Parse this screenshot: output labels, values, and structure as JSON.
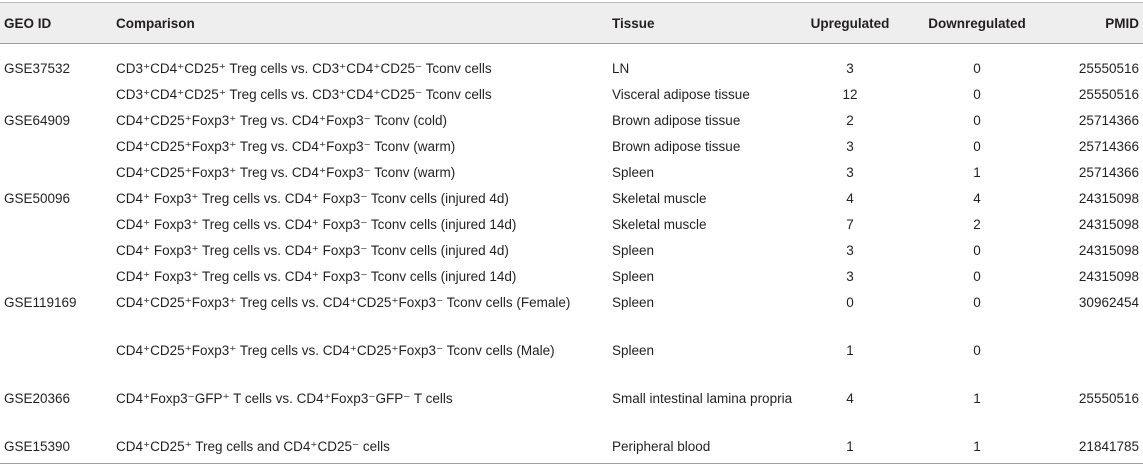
{
  "table": {
    "headers": {
      "geo_id": "GEO ID",
      "comparison": "Comparison",
      "tissue": "Tissue",
      "upregulated": "Upregulated",
      "downregulated": "Downregulated",
      "pmid": "PMID"
    },
    "rows": [
      {
        "geo": "GSE37532",
        "comparison": "CD3⁺CD4⁺CD25⁺ Treg cells vs. CD3⁺CD4⁺CD25⁻ Tconv cells",
        "tissue": "LN",
        "up": "3",
        "down": "0",
        "pmid": "25550516"
      },
      {
        "geo": "",
        "comparison": "CD3⁺CD4⁺CD25⁺ Treg cells vs. CD3⁺CD4⁺CD25⁻ Tconv cells",
        "tissue": "Visceral adipose tissue",
        "up": "12",
        "down": "0",
        "pmid": "25550516"
      },
      {
        "geo": "GSE64909",
        "comparison": "CD4⁺CD25⁺Foxp3⁺ Treg vs. CD4⁺Foxp3⁻ Tconv (cold)",
        "tissue": "Brown adipose tissue",
        "up": "2",
        "down": "0",
        "pmid": "25714366"
      },
      {
        "geo": "",
        "comparison": "CD4⁺CD25⁺Foxp3⁺ Treg vs. CD4⁺Foxp3⁻ Tconv (warm)",
        "tissue": "Brown adipose tissue",
        "up": "3",
        "down": "0",
        "pmid": "25714366"
      },
      {
        "geo": "",
        "comparison": "CD4⁺CD25⁺Foxp3⁺ Treg vs. CD4⁺Foxp3⁻ Tconv (warm)",
        "tissue": "Spleen",
        "up": "3",
        "down": "1",
        "pmid": "25714366"
      },
      {
        "geo": "GSE50096",
        "comparison": "CD4⁺ Foxp3⁺ Treg cells vs. CD4⁺ Foxp3⁻ Tconv cells (injured 4d)",
        "tissue": "Skeletal muscle",
        "up": "4",
        "down": "4",
        "pmid": "24315098"
      },
      {
        "geo": "",
        "comparison": "CD4⁺ Foxp3⁺ Treg cells vs. CD4⁺ Foxp3⁻ Tconv cells (injured 14d)",
        "tissue": "Skeletal muscle",
        "up": "7",
        "down": "2",
        "pmid": "24315098"
      },
      {
        "geo": "",
        "comparison": "CD4⁺ Foxp3⁺ Treg cells vs. CD4⁺ Foxp3⁻ Tconv cells (injured 4d)",
        "tissue": "Spleen",
        "up": "3",
        "down": "0",
        "pmid": "24315098"
      },
      {
        "geo": "",
        "comparison": "CD4⁺ Foxp3⁺ Treg cells vs. CD4⁺ Foxp3⁻ Tconv cells (injured 14d)",
        "tissue": "Spleen",
        "up": "3",
        "down": "0",
        "pmid": "24315098"
      },
      {
        "geo": "GSE119169",
        "comparison": "CD4⁺CD25⁺Foxp3⁺ Treg cells vs. CD4⁺CD25⁺Foxp3⁻ Tconv cells (Female)",
        "tissue": "Spleen",
        "up": "0",
        "down": "0",
        "pmid": "30962454"
      },
      {
        "geo": "",
        "comparison": "CD4⁺CD25⁺Foxp3⁺ Treg cells vs. CD4⁺CD25⁺Foxp3⁻ Tconv cells (Male)",
        "tissue": "Spleen",
        "up": "1",
        "down": "0",
        "pmid": ""
      },
      {
        "geo": "GSE20366",
        "comparison": "CD4⁺Foxp3⁻GFP⁺ T cells vs. CD4⁺Foxp3⁻GFP⁻ T cells",
        "tissue": "Small intestinal lamina propria",
        "up": "4",
        "down": "1",
        "pmid": "25550516"
      },
      {
        "geo": "GSE15390",
        "comparison": "CD4⁺CD25⁺ Treg cells and CD4⁺CD25⁻ cells",
        "tissue": "Peripheral blood",
        "up": "1",
        "down": "1",
        "pmid": "21841785"
      }
    ]
  }
}
